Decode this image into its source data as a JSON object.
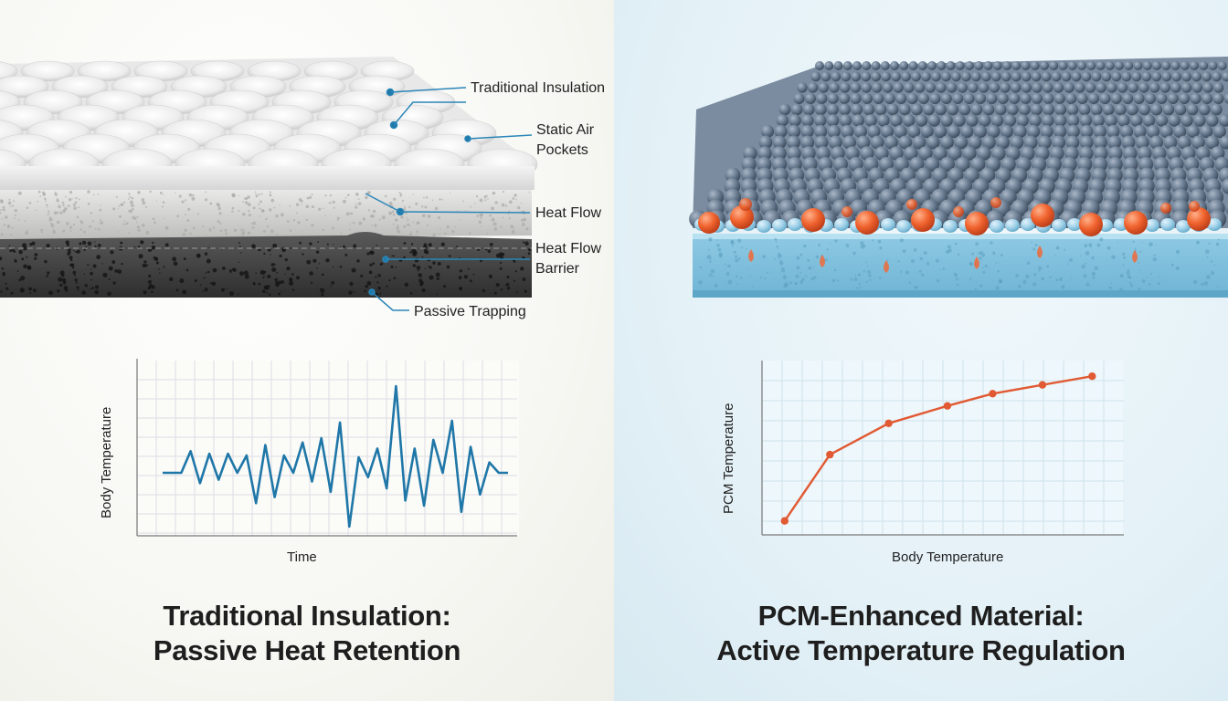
{
  "left": {
    "labels": {
      "traditional_insulation": "Traditional Insulation",
      "static_air_line1": "Static Air",
      "static_air_line2": "Pockets",
      "heat_flow": "Heat Flow",
      "heat_flow_barrier_line1": "Heat Flow",
      "heat_flow_barrier_line2": "Barrier",
      "passive_trapping": "Passive Trapping"
    },
    "chart": {
      "xlabel": "Time",
      "ylabel": "Body Temperature"
    },
    "title_line1": "Traditional Insulation:",
    "title_line2": "Passive Heat Retention"
  },
  "right": {
    "chart": {
      "xlabel": "Body Temperature",
      "ylabel": "PCM Temperature"
    },
    "title_line1": "PCM-Enhanced Material:",
    "title_line2": "Active Temperature Regulation"
  },
  "chart_data": [
    {
      "type": "line",
      "xlabel": "Time",
      "ylabel": "Body Temperature",
      "grid": true,
      "x": [
        0,
        1,
        2,
        3,
        4,
        5,
        6,
        7,
        8,
        9,
        10,
        11,
        12,
        13,
        14,
        15,
        16,
        17,
        18,
        19,
        20,
        21,
        22,
        23,
        24,
        25,
        26,
        27,
        28,
        29,
        30,
        31,
        32,
        33,
        34,
        35,
        36,
        37
      ],
      "series": [
        {
          "values": [
            0,
            0,
            0,
            0.25,
            -0.12,
            0.22,
            -0.08,
            0.22,
            0,
            0.2,
            -0.35,
            0.32,
            -0.28,
            0.2,
            0,
            0.35,
            -0.1,
            0.4,
            -0.22,
            0.58,
            -0.62,
            0.18,
            -0.05,
            0.28,
            -0.18,
            1.0,
            -0.32,
            0.28,
            -0.38,
            0.38,
            0,
            0.6,
            -0.45,
            0.3,
            -0.25,
            0.12,
            0,
            0
          ]
        }
      ],
      "color": "#1f77a8"
    },
    {
      "type": "line",
      "xlabel": "Body Temperature",
      "ylabel": "PCM Temperature",
      "grid": true,
      "x": [
        0.5,
        1.5,
        2.8,
        4.1,
        5.1,
        6.2,
        7.3
      ],
      "series": [
        {
          "values": [
            0.08,
            0.46,
            0.64,
            0.74,
            0.81,
            0.86,
            0.91
          ]
        }
      ],
      "color": "#e15a33"
    }
  ]
}
